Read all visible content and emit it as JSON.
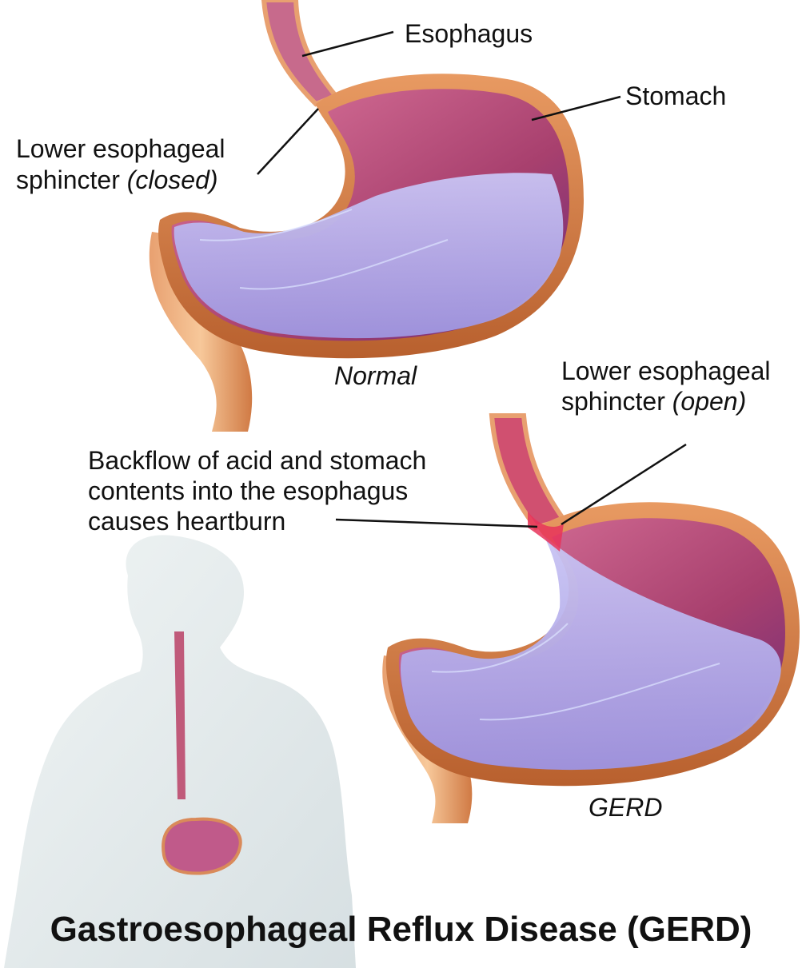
{
  "labels": {
    "esophagus": "Esophagus",
    "stomach": "Stomach",
    "les_closed_line1": "Lower esophageal",
    "les_closed_line2": "sphincter",
    "les_closed_state": "(closed)",
    "normal": "Normal",
    "les_open_line1": "Lower esophageal",
    "les_open_line2": "sphincter",
    "les_open_state": "(open)",
    "backflow_line1": "Backflow of acid and stomach",
    "backflow_line2": "contents into the esophagus",
    "backflow_line3": "causes heartburn",
    "gerd": "GERD"
  },
  "title": "Gastroesophageal Reflux Disease (GERD)",
  "colors": {
    "wall_outer": "#d9824a",
    "wall_inner": "#f2c9a0",
    "lining": "#b04a78",
    "fluid": "#b7b2ec",
    "acid": "#e8345a",
    "body": "#dfe8ea"
  }
}
